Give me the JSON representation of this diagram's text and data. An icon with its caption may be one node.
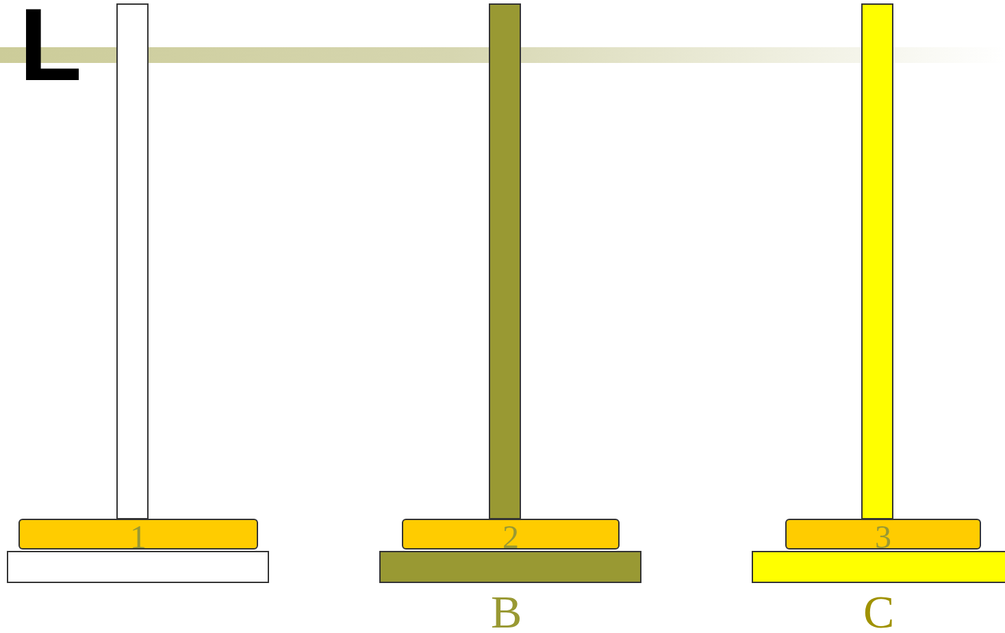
{
  "diagram": {
    "nodes": [
      {
        "text": [
          "1"
        ]
      },
      {
        "text": [
          "2"
        ]
      },
      {
        "text": [
          "3"
        ]
      }
    ],
    "labels": [
      "L",
      "B",
      "C"
    ]
  }
}
